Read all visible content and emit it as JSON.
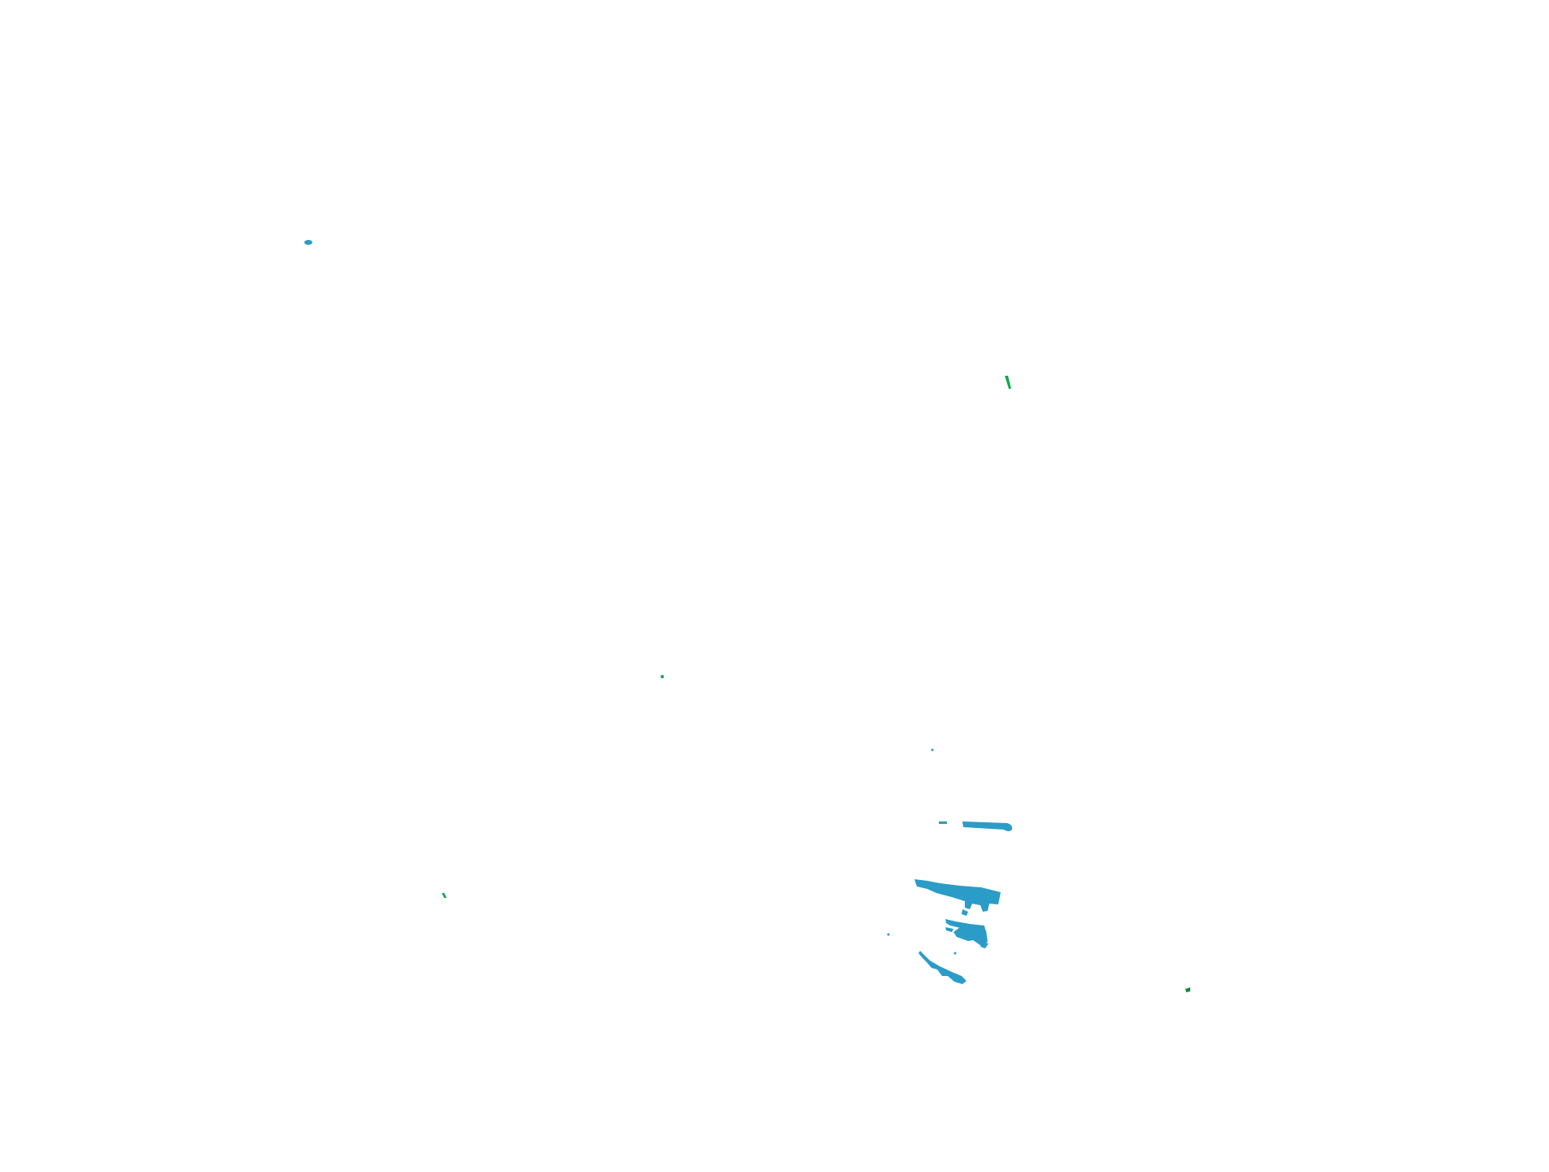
{
  "colors": {
    "background": "#ffffff",
    "blue": "#2b9cc8",
    "green": "#10a84a",
    "dark_green": "#0f8a45"
  },
  "segments": [
    {
      "name": "blue-dot-top-left",
      "color": "blue"
    },
    {
      "name": "green-mark-top-right",
      "color": "green"
    },
    {
      "name": "green-dot-center",
      "color": "green"
    },
    {
      "name": "blue-dot-center-right",
      "color": "blue"
    },
    {
      "name": "blue-line-top",
      "color": "blue"
    },
    {
      "name": "blue-cluster-large",
      "color": "blue"
    },
    {
      "name": "blue-cluster-middle",
      "color": "blue"
    },
    {
      "name": "blue-cluster-bottom",
      "color": "blue"
    },
    {
      "name": "blue-dot-small-left",
      "color": "blue"
    },
    {
      "name": "green-mark-bottom-left",
      "color": "green"
    },
    {
      "name": "green-mark-bottom-right",
      "color": "dark_green"
    }
  ]
}
